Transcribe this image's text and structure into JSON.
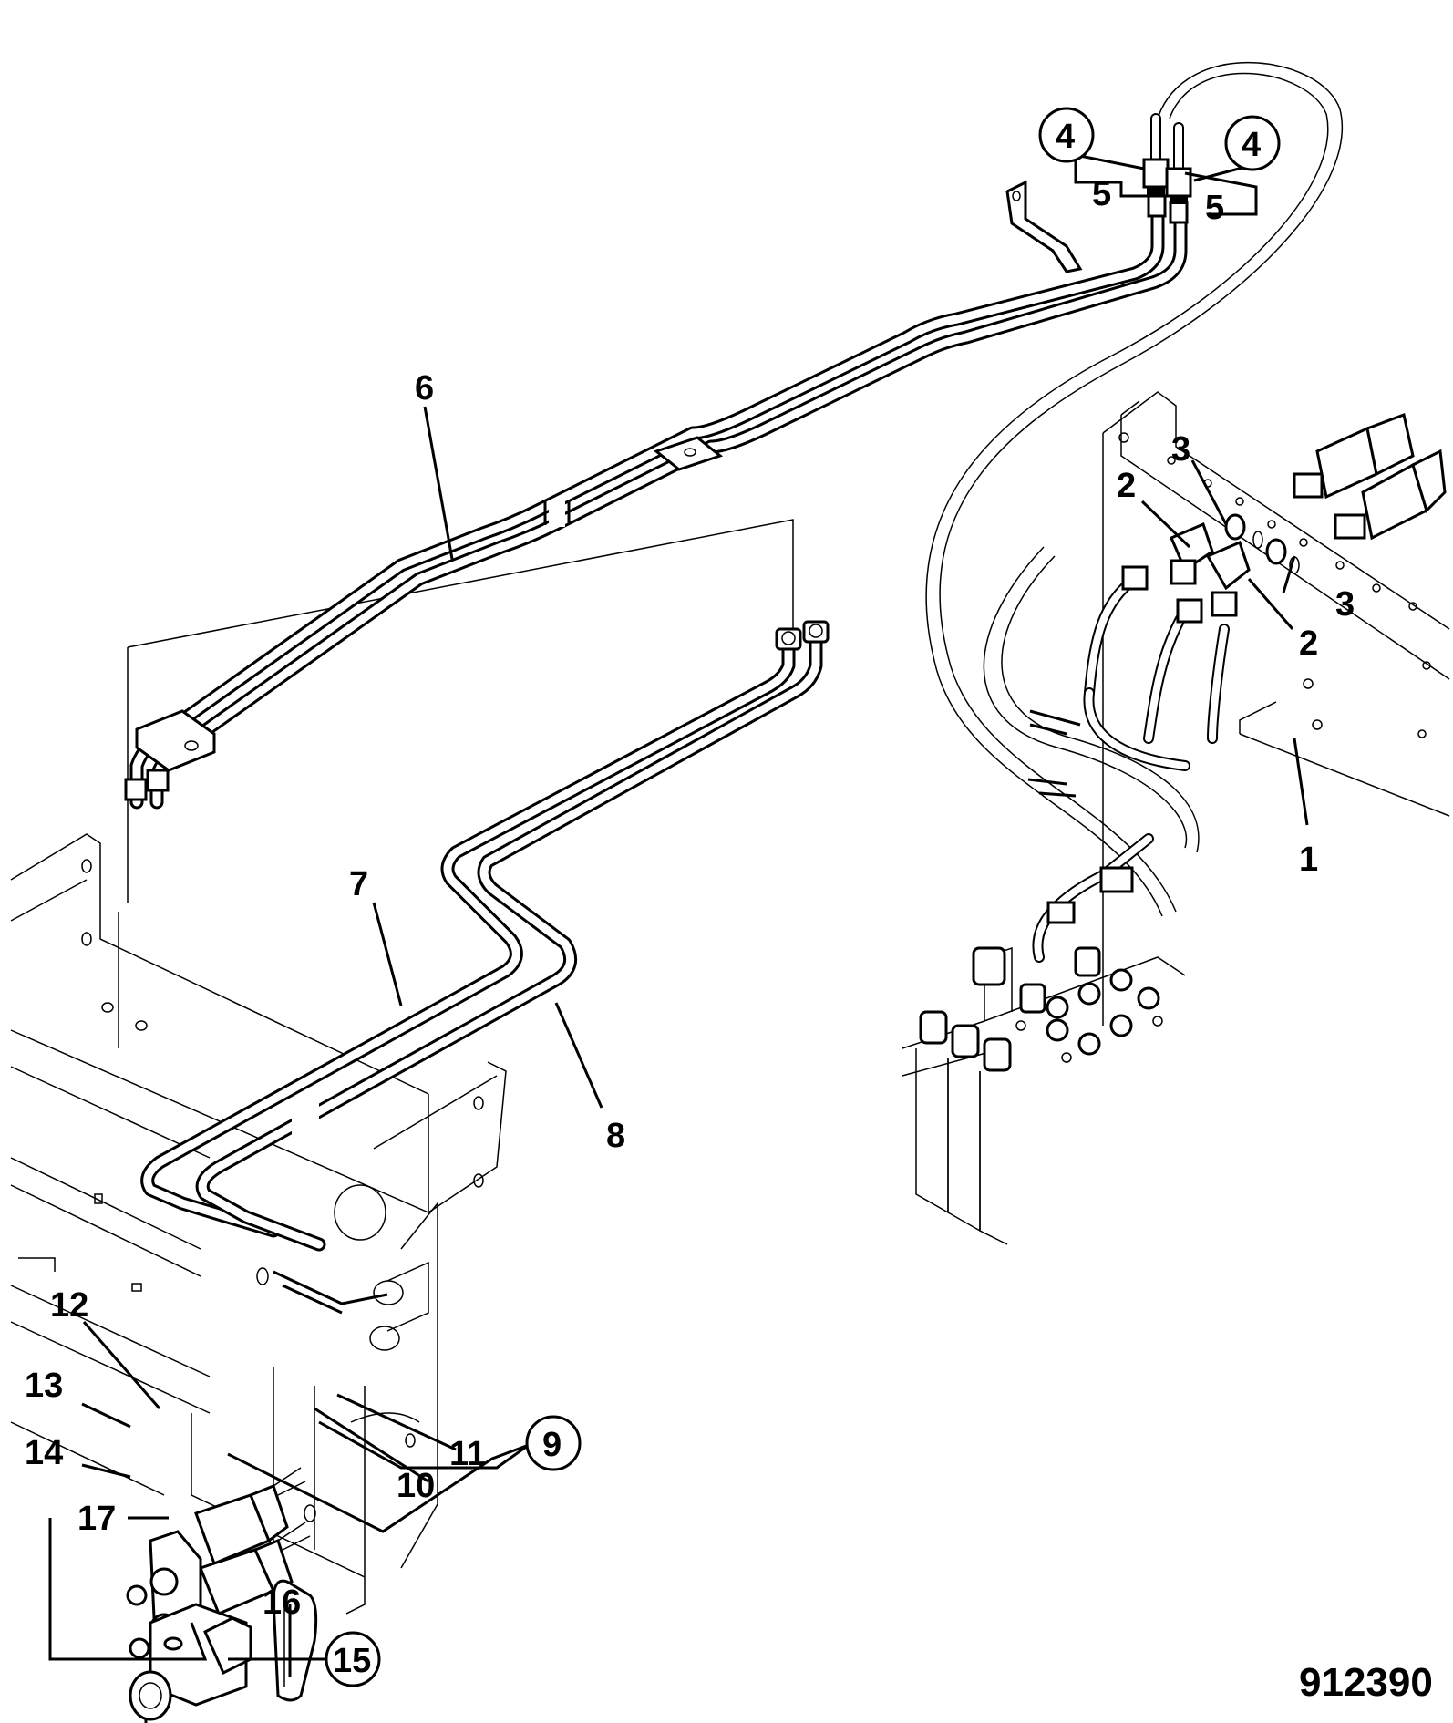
{
  "drawing_number": "912390",
  "callouts": {
    "c1": "1",
    "c2a": "2",
    "c2b": "2",
    "c3a": "3",
    "c3b": "3",
    "c4a": "4",
    "c4b": "4",
    "c5a": "5",
    "c5b": "5",
    "c6": "6",
    "c7": "7",
    "c8": "8",
    "c9": "9",
    "c10": "10",
    "c11": "11",
    "c12": "12",
    "c13": "13",
    "c14": "14",
    "c15": "15",
    "c16": "16",
    "c17": "17"
  }
}
